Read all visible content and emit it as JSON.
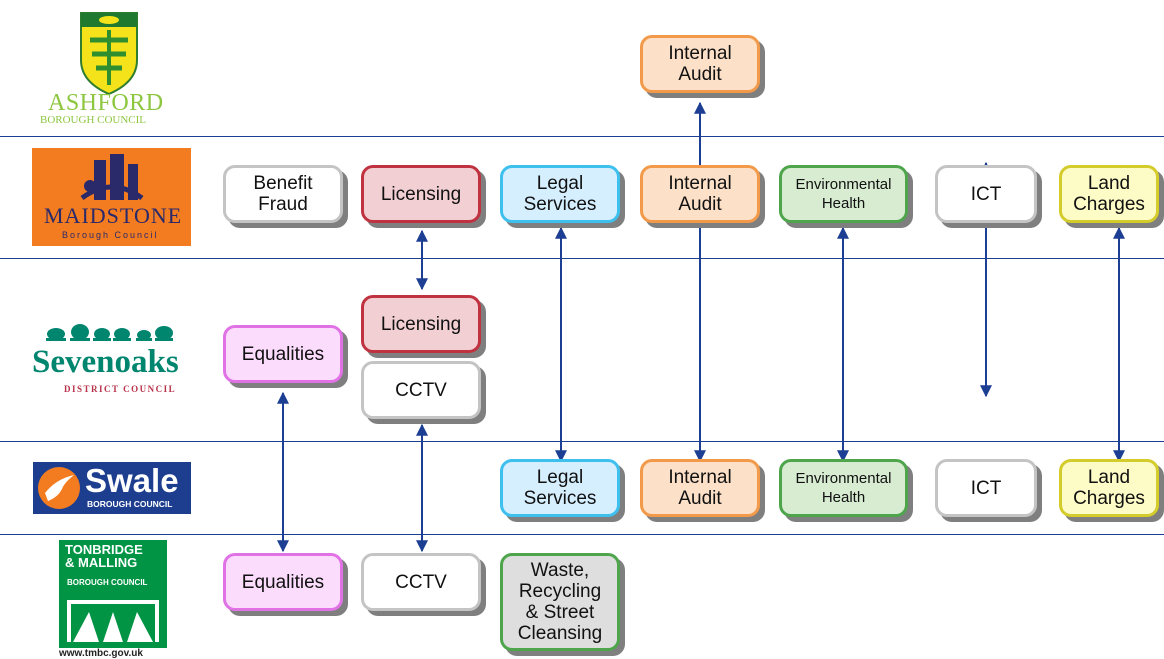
{
  "colors": {
    "divider": "#1c3f94",
    "arrow": "#1c3f94",
    "ashford_green": "#8dc63f",
    "maidstone_orange": "#f47c20",
    "sevenoaks_green": "#00856f",
    "swale_navy": "#1d3e8f",
    "tonbridge_green": "#009444"
  },
  "logos": {
    "ashford": {
      "name": "ASHFORD",
      "subtitle": "BOROUGH COUNCIL"
    },
    "maidstone": {
      "name": "MAIDSTONE",
      "subtitle": "Borough Council"
    },
    "sevenoaks": {
      "name": "Sevenoaks",
      "subtitle": "DISTRICT COUNCIL"
    },
    "swale": {
      "name": "Swale",
      "subtitle": "BOROUGH COUNCIL"
    },
    "tonbridge": {
      "line1": "TONBRIDGE",
      "line2": "& MALLING",
      "subtitle": "BOROUGH COUNCIL",
      "url": "www.tmbc.gov.uk"
    }
  },
  "services": {
    "ashford_internal_audit": "Internal\nAudit",
    "maidstone_benefit_fraud": "Benefit\nFraud",
    "maidstone_licensing": "Licensing",
    "maidstone_legal_services": "Legal\nServices",
    "maidstone_internal_audit": "Internal\nAudit",
    "maidstone_environmental_health": "Environmental\nHealth",
    "maidstone_ict": "ICT",
    "maidstone_land_charges": "Land\nCharges",
    "sevenoaks_equalities": "Equalities",
    "sevenoaks_licensing": "Licensing",
    "sevenoaks_cctv": "CCTV",
    "swale_legal_services": "Legal\nServices",
    "swale_internal_audit": "Internal\nAudit",
    "swale_environmental_health": "Environmental\nHealth",
    "swale_ict": "ICT",
    "swale_land_charges": "Land\nCharges",
    "tonbridge_equalities": "Equalities",
    "tonbridge_cctv": "CCTV",
    "tonbridge_waste": "Waste,\nRecycling\n& Street\nCleansing"
  }
}
